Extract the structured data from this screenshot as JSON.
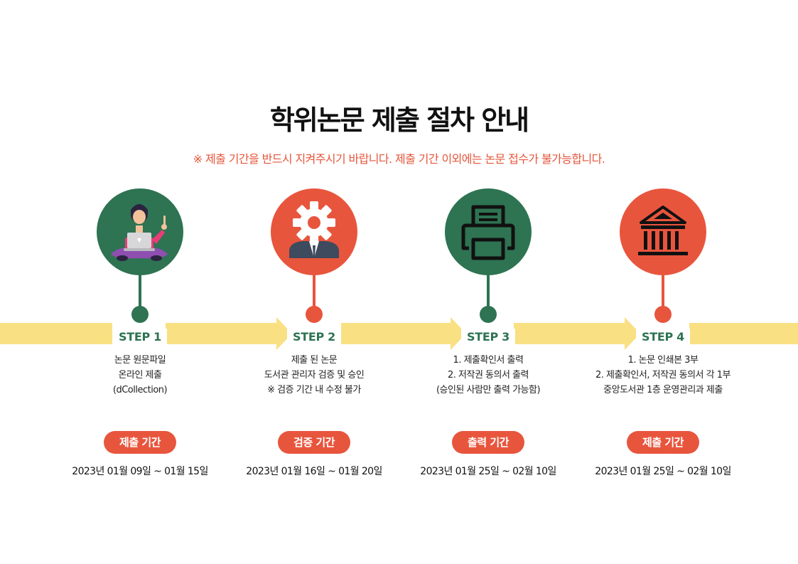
{
  "title": "학위논문 제출 절차 안내",
  "notice": "※ 제출 기간을 반드시 지켜주시기 바랍니다. 제출 기간 이외에는 논문 접수가 불가능합니다.",
  "colors": {
    "green": "#2e7352",
    "red": "#e8553d",
    "yellow": "#f9e083"
  },
  "steps": [
    {
      "label": "STEP 1",
      "icon": "person-laptop-icon",
      "lines": [
        "논문 원문파일",
        "온라인 제출",
        "(dCollection)"
      ],
      "badge": "제출 기간",
      "period": "2023년 01월  09일 ~ 01월 15일"
    },
    {
      "label": "STEP 2",
      "icon": "gear-person-icon",
      "lines": [
        "제출 된 논문",
        "도서관 관리자 검증 및 승인",
        "※ 검증 기간 내 수정 불가"
      ],
      "badge": "검증 기간",
      "period": "2023년 01월  16일 ~ 01월 20일"
    },
    {
      "label": "STEP 3",
      "icon": "printer-icon",
      "lines": [
        "1. 제출확인서 출력",
        "2. 저작권 동의서 출력",
        "(승인된 사람만 출력 가능함)"
      ],
      "badge": "출력 기간",
      "period": "2023년 01월  25일 ~ 02월 10일"
    },
    {
      "label": "STEP 4",
      "icon": "library-building-icon",
      "lines": [
        "1. 논문 인쇄본 3부",
        "2. 제출확인서, 저작권 동의서 각 1부",
        "중앙도서관 1층 운영관리과 제출"
      ],
      "badge": "제출 기간",
      "period": "2023년 01월  25일 ~ 02월 10일"
    }
  ]
}
